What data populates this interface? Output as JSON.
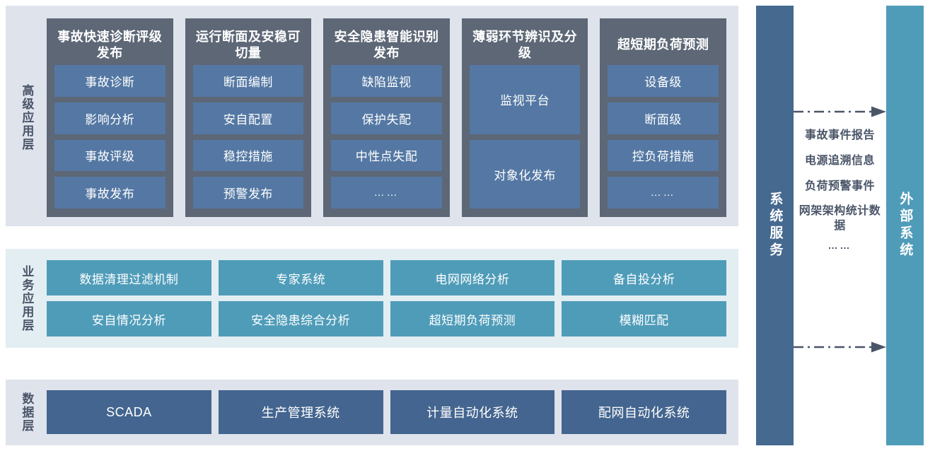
{
  "layers": [
    {
      "id": "advanced-application",
      "label": "高级应用层",
      "columns": [
        {
          "title": "事故快速诊断评级发布",
          "items": [
            "事故诊断",
            "影响分析",
            "事故评级",
            "事故发布"
          ]
        },
        {
          "title": "运行断面及安稳可切量",
          "items": [
            "断面编制",
            "安自配置",
            "稳控措施",
            "预警发布"
          ]
        },
        {
          "title": "安全隐患智能识别发布",
          "items": [
            "缺陷监视",
            "保护失配",
            "中性点失配",
            "……"
          ]
        },
        {
          "title": "薄弱环节辨识及分级",
          "items": [
            "监视平台",
            "对象化发布"
          ]
        },
        {
          "title": "超短期负荷预测",
          "items": [
            "设备级",
            "断面级",
            "控负荷措施",
            "……"
          ]
        }
      ]
    },
    {
      "id": "business-application",
      "label": "业务应用层",
      "items": [
        "数据清理过滤机制",
        "专家系统",
        "电网网络分析",
        "备自投分析",
        "安自情况分析",
        "安全隐患综合分析",
        "超短期负荷预测",
        "模糊匹配"
      ]
    },
    {
      "id": "data-layer",
      "label": "数据层",
      "items": [
        "SCADA",
        "生产管理系统",
        "计量自动化系统",
        "配网自动化系统"
      ]
    }
  ],
  "service_bar": {
    "label": "系统服务"
  },
  "external_bar": {
    "label": "外部系统"
  },
  "flow": {
    "messages": [
      "事故事件报告",
      "电源追溯信息",
      "负荷预警事件",
      "网架架构统计数据",
      "……"
    ]
  },
  "colors": {
    "advanced_panel": "#5d6776",
    "advanced_item": "#5478a3",
    "advanced_bg": "#dfe3ec",
    "business_item": "#4f9cb9",
    "business_bg": "#e3eef3",
    "data_item": "#43658f",
    "data_bg": "#dfe3ec",
    "service_bar": "#45698f",
    "external_bar": "#4f9cb9",
    "arrow": "#4a5568",
    "label_text": "#4a5568"
  }
}
